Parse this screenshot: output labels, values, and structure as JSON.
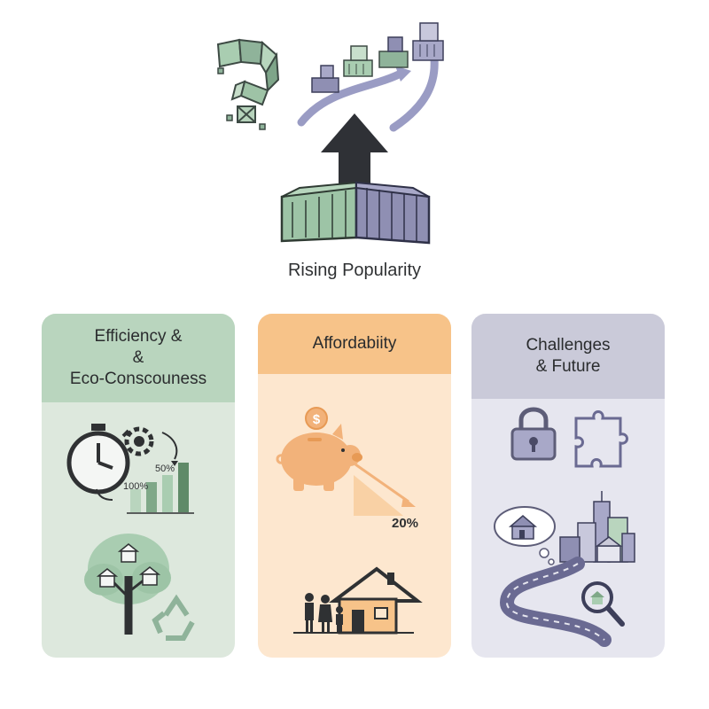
{
  "hero": {
    "title": "Rising Popularity"
  },
  "cards": [
    {
      "id": "efficiency",
      "title_lines": [
        "Efficiency &",
        "&",
        "Eco-Conscouness"
      ],
      "labels": {
        "bar_top": "50%",
        "bar_left": "100%"
      }
    },
    {
      "id": "affordability",
      "title_lines": [
        "Affordabiity"
      ],
      "labels": {
        "coin": "$",
        "drop": "20%"
      }
    },
    {
      "id": "challenges",
      "title_lines": [
        "Challenges",
        "& Future"
      ]
    }
  ],
  "colors": {
    "green": "#7fa888",
    "green_dark": "#5f8a68",
    "orange": "#f2b27a",
    "orange_dark": "#e79a55",
    "purple": "#8f8fb3",
    "purple_dark": "#6a6a92",
    "ink": "#2f3133"
  }
}
